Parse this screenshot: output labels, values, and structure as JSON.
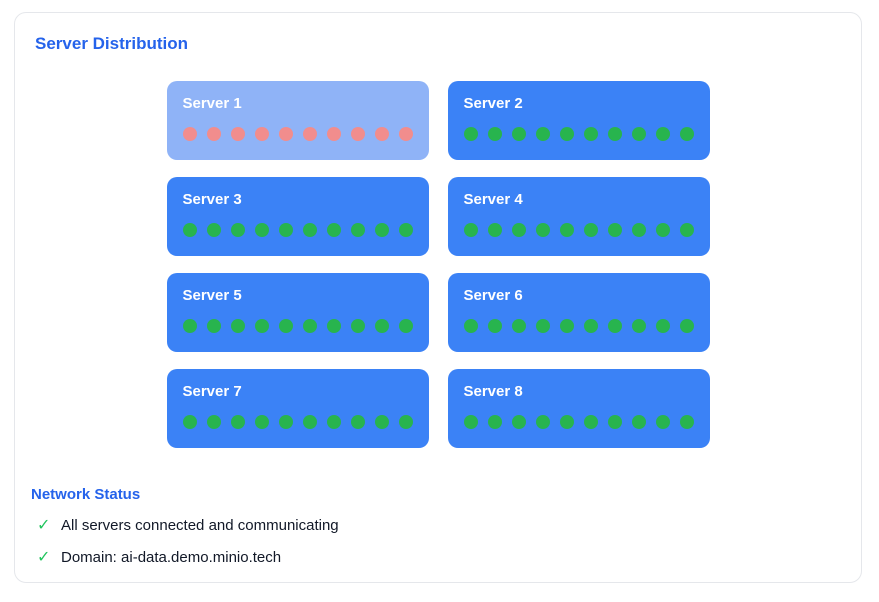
{
  "panel": {
    "title": "Server Distribution"
  },
  "servers": [
    {
      "name": "Server 1",
      "status": "warning",
      "dot_count": 10,
      "card_color": "#8FB3F7",
      "dot_color": "#F18D8D"
    },
    {
      "name": "Server 2",
      "status": "healthy",
      "dot_count": 10,
      "card_color": "#3B82F6",
      "dot_color": "#28B44E"
    },
    {
      "name": "Server 3",
      "status": "healthy",
      "dot_count": 10,
      "card_color": "#3B82F6",
      "dot_color": "#28B44E"
    },
    {
      "name": "Server 4",
      "status": "healthy",
      "dot_count": 10,
      "card_color": "#3B82F6",
      "dot_color": "#28B44E"
    },
    {
      "name": "Server 5",
      "status": "healthy",
      "dot_count": 10,
      "card_color": "#3B82F6",
      "dot_color": "#28B44E"
    },
    {
      "name": "Server 6",
      "status": "healthy",
      "dot_count": 10,
      "card_color": "#3B82F6",
      "dot_color": "#28B44E"
    },
    {
      "name": "Server 7",
      "status": "healthy",
      "dot_count": 10,
      "card_color": "#3B82F6",
      "dot_color": "#28B44E"
    },
    {
      "name": "Server 8",
      "status": "healthy",
      "dot_count": 10,
      "card_color": "#3B82F6",
      "dot_color": "#28B44E"
    }
  ],
  "network_status": {
    "title": "Network Status",
    "check_glyph": "✓",
    "check_color": "#22C55E",
    "items": [
      {
        "icon": "check",
        "text": "All servers connected and communicating"
      },
      {
        "icon": "check",
        "text": "Domain: ai-data.demo.minio.tech"
      }
    ]
  },
  "colors": {
    "heading": "#2563EB",
    "panel_border": "#E5E7EB",
    "body_text": "#111827",
    "card_text": "#FFFFFF"
  }
}
